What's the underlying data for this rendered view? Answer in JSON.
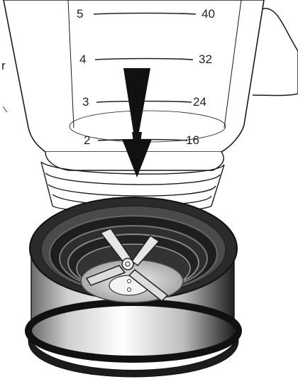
{
  "diagram": {
    "jar_scale": {
      "left_marks": [
        "5",
        "4",
        "3",
        "2"
      ],
      "right_marks": [
        "40",
        "32",
        "24",
        "16"
      ]
    },
    "stray_text": "r",
    "colors": {
      "outline": "#1a1a1a",
      "arrow": "#111111",
      "rim_dark": "#222222",
      "rim_mid": "#555555",
      "blade_metal": "#d8d8d8",
      "background": "#ffffff"
    },
    "icons": {
      "direction_arrow": "down-arrow-icon"
    }
  }
}
